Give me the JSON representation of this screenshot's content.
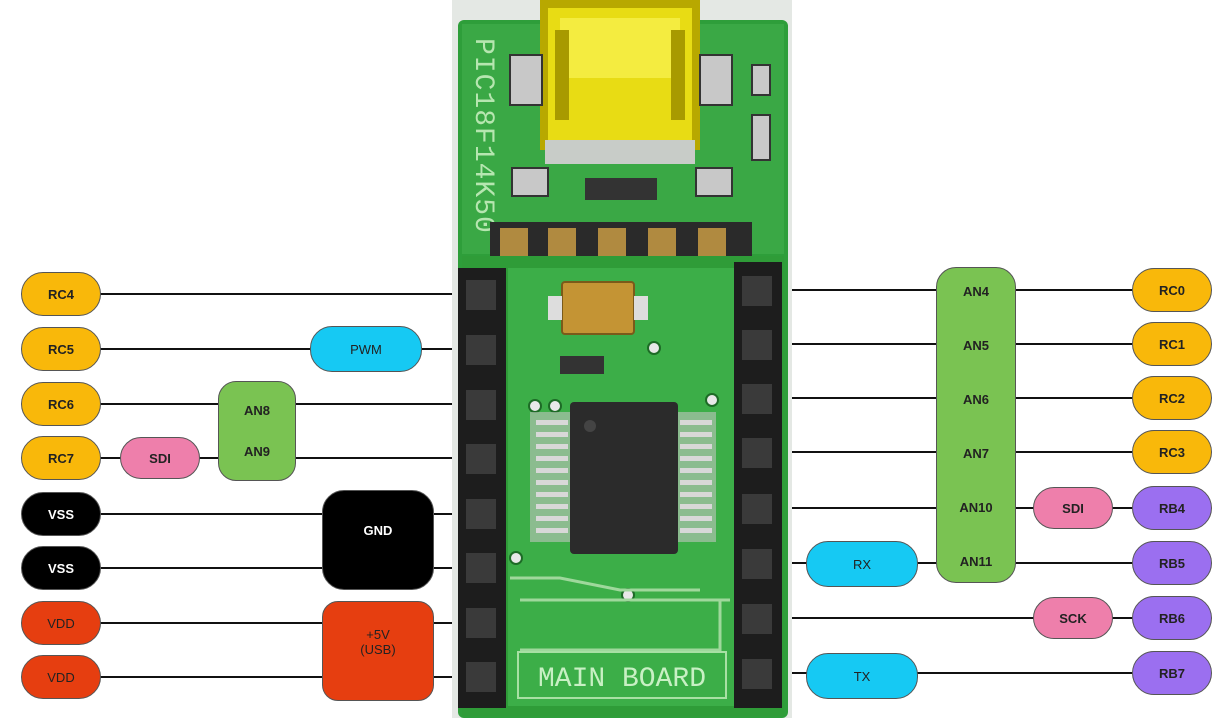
{
  "colors": {
    "orange": "#f9b80a",
    "cyan": "#16c9f3",
    "green": "#7ac352",
    "pink": "#ee7fab",
    "black": "#000000",
    "red": "#e63e10",
    "purple": "#9b6ff0",
    "pcb": "#2e9e3a"
  },
  "board": {
    "chip_label": "PIC18F14K50",
    "board_label": "MAIN BOARD"
  },
  "left_pins": [
    "RC4",
    "RC5",
    "RC6",
    "RC7",
    "VSS",
    "VSS",
    "VDD",
    "VDD"
  ],
  "right_pins": [
    "RC0",
    "RC1",
    "RC2",
    "RC3",
    "RB4",
    "RB5",
    "RB6",
    "RB7"
  ],
  "left_functions": {
    "pwm": "PWM",
    "an8": "AN8",
    "an9": "AN9",
    "sdi": "SDI",
    "gnd": "GND",
    "power_line1": "+5V",
    "power_line2": "(USB)"
  },
  "right_functions": {
    "analog": [
      "AN4",
      "AN5",
      "AN6",
      "AN7",
      "AN10",
      "AN11"
    ],
    "sdi": "SDI",
    "rx": "RX",
    "sck": "SCK",
    "tx": "TX"
  }
}
